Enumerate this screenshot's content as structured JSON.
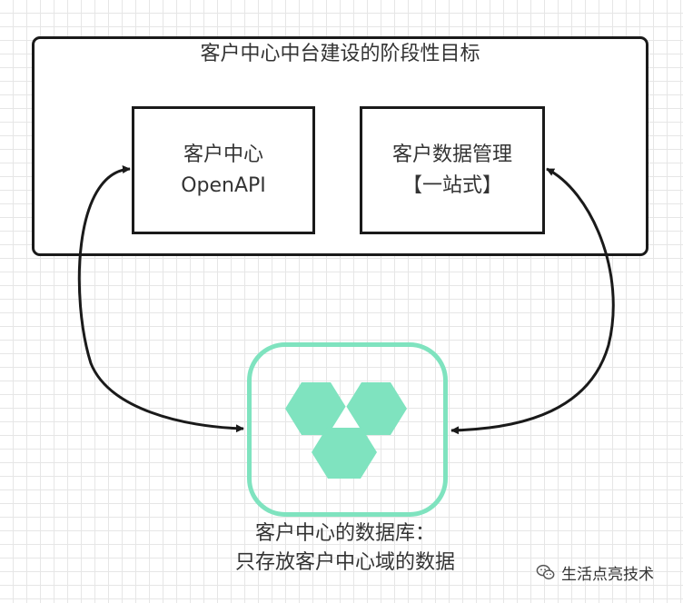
{
  "outer": {
    "title": "客户中心中台建设的阶段性目标"
  },
  "box_left": {
    "line1": "客户中心",
    "line2": "OpenAPI"
  },
  "box_right": {
    "line1": "客户数据管理",
    "line2": "【一站式】"
  },
  "database": {
    "icon": "hexagon-cluster-icon",
    "caption_line1": "客户中心的数据库：",
    "caption_line2": "只存放客户中心域的数据"
  },
  "watermark": {
    "icon": "wechat-icon",
    "text": "生活点亮技术"
  },
  "colors": {
    "line": "#1a1a1a",
    "db_border": "#7fe3bf",
    "db_fill": "#7fe3bf",
    "grid": "#e6e6e6"
  }
}
